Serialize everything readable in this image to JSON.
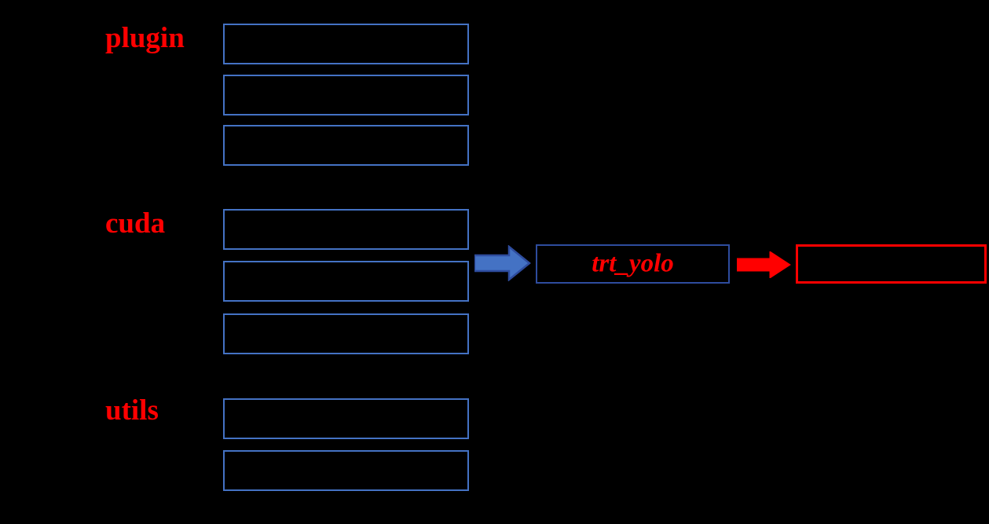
{
  "diagram": {
    "title": "trt_yolo module composition diagram",
    "background_color": "#000000",
    "colors": {
      "box_border_blue": "#4472C4",
      "box_border_navy": "#2E4C9E",
      "box_border_red": "#FF0000",
      "label_red": "#FF0000",
      "arrow_blue_fill": "#4472C4",
      "arrow_blue_stroke": "#2E4C9E",
      "arrow_red": "#FF0000"
    },
    "groups": [
      {
        "label": "plugin",
        "label_color": "#FF0000",
        "boxes": [
          {
            "text": "",
            "border_color": "#4472C4"
          },
          {
            "text": "",
            "border_color": "#4472C4"
          },
          {
            "text": "",
            "border_color": "#4472C4"
          }
        ]
      },
      {
        "label": "cuda",
        "label_color": "#FF0000",
        "boxes": [
          {
            "text": "",
            "border_color": "#4472C4"
          },
          {
            "text": "",
            "border_color": "#4472C4"
          },
          {
            "text": "",
            "border_color": "#4472C4"
          }
        ]
      },
      {
        "label": "utils",
        "label_color": "#FF0000",
        "boxes": [
          {
            "text": "",
            "border_color": "#4472C4"
          },
          {
            "text": "",
            "border_color": "#4472C4"
          }
        ]
      }
    ],
    "arrows": [
      {
        "name": "blue-arrow",
        "direction": "right",
        "fill": "#4472C4",
        "stroke": "#2E4C9E"
      },
      {
        "name": "red-arrow",
        "direction": "right",
        "fill": "#FF0000",
        "stroke": "#FF0000"
      }
    ],
    "center_node": {
      "text": "trt_yolo",
      "text_color": "#FF0000",
      "border_color": "#2E4C9E",
      "font_style": "bold-italic-serif"
    },
    "output_node": {
      "text": "",
      "border_color": "#FF0000"
    }
  }
}
